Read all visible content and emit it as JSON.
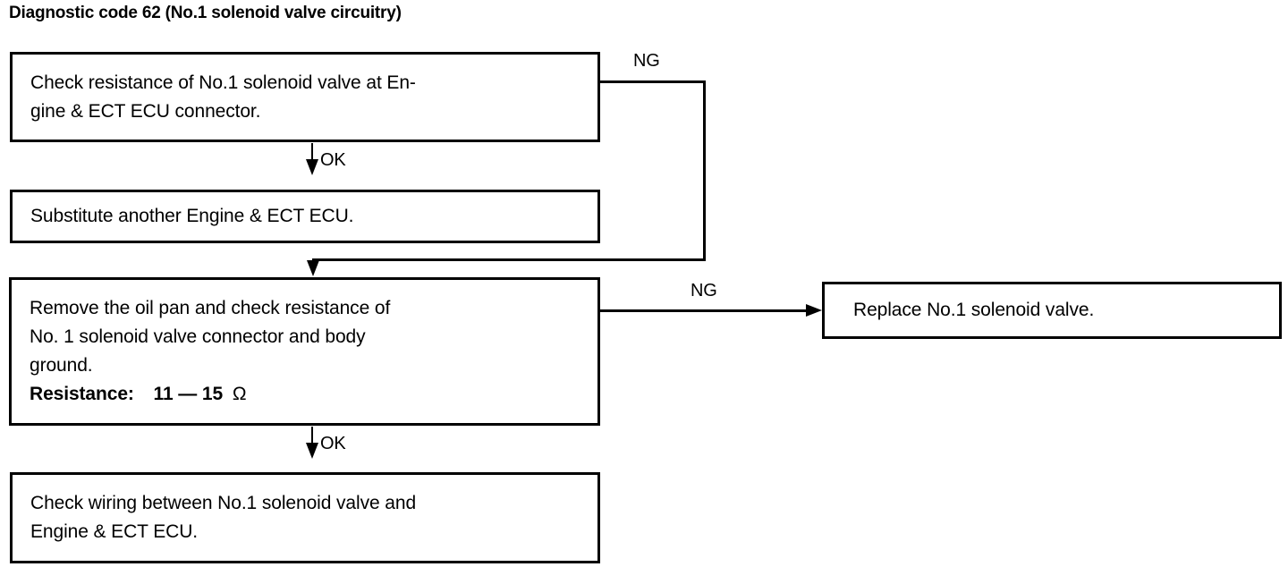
{
  "title": "Diagnostic code 62 (No.1 solenoid valve circuitry)",
  "flowchart": {
    "boxes": {
      "check_resistance_ecu": {
        "line1": "Check resistance of No.1 solenoid valve at En-",
        "line2": "gine & ECT ECU connector."
      },
      "substitute_ecu": {
        "line1": "Substitute another Engine & ECT ECU."
      },
      "remove_oil_pan": {
        "line1": "Remove the oil pan and check resistance of",
        "line2": "No. 1 solenoid valve connector and body",
        "line3": "ground.",
        "spec_label": "Resistance:",
        "spec_value": "11 — 15",
        "spec_unit": "Ω"
      },
      "replace_valve": {
        "line1": "Replace No.1 solenoid valve."
      },
      "check_wiring": {
        "line1": "Check wiring between No.1 solenoid valve and",
        "line2": "Engine & ECT ECU."
      }
    },
    "edges": {
      "ng_from_check_resistance": "NG",
      "ok_to_substitute": "OK",
      "ng_from_remove_oil_pan": "NG",
      "ok_to_check_wiring": "OK"
    }
  }
}
